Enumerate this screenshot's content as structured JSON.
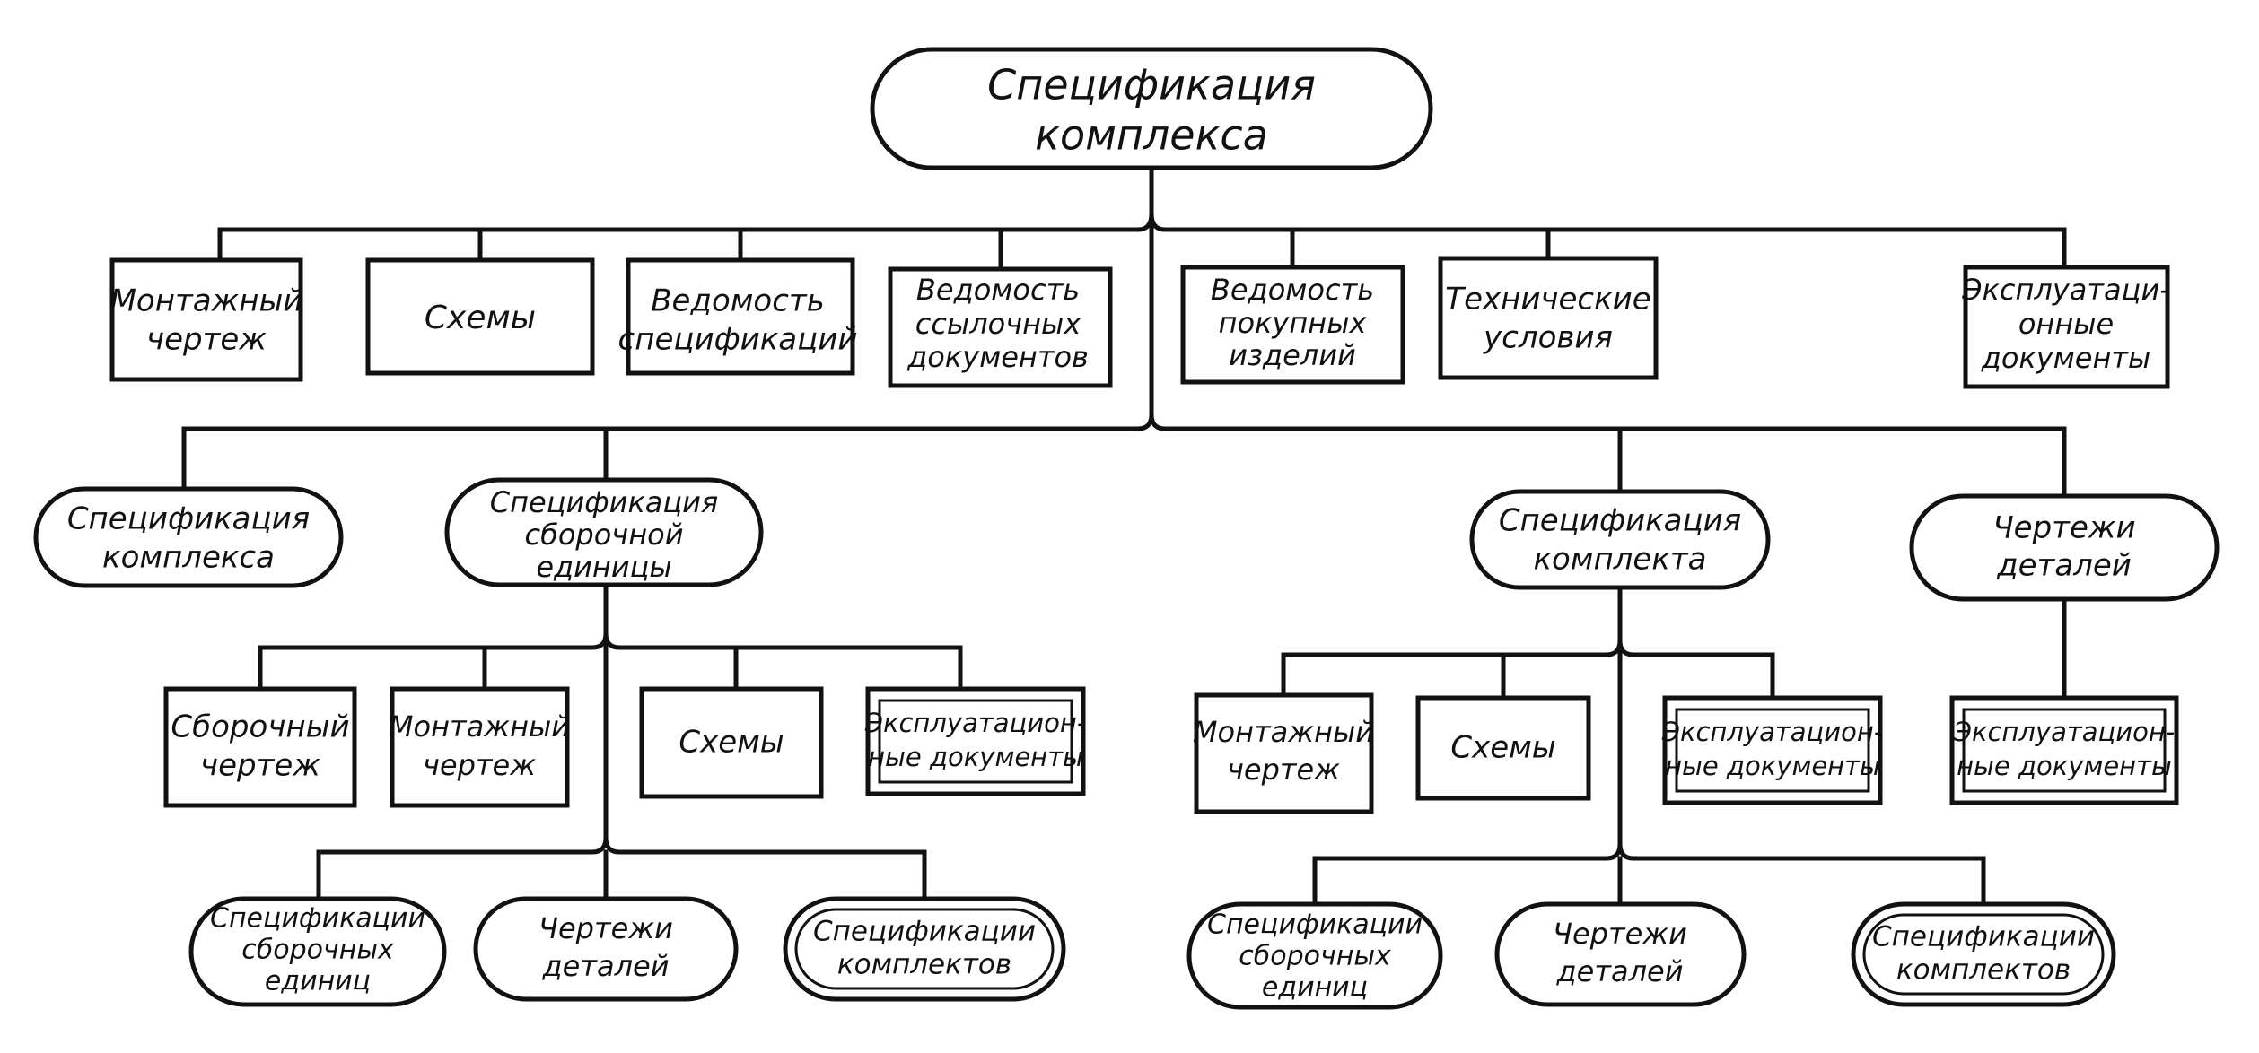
{
  "root": {
    "lines": [
      "Спецификация",
      "комплекса"
    ]
  },
  "documents": {
    "mounting_drawing": {
      "lines": [
        "Монтажный",
        "чертеж"
      ]
    },
    "schemes": {
      "lines": [
        "Схемы"
      ]
    },
    "spec_list": {
      "lines": [
        "Ведомость",
        "спецификаций"
      ]
    },
    "reference_docs_list": {
      "lines": [
        "Ведомость",
        "ссылочных",
        "документов"
      ]
    },
    "purchased_items_list": {
      "lines": [
        "Ведомость",
        "покупных",
        "изделий"
      ]
    },
    "tech_conditions": {
      "lines": [
        "Технические",
        "условия"
      ]
    },
    "operational_docs": {
      "lines": [
        "Эксплуатаци-",
        "онные",
        "документы"
      ]
    }
  },
  "complex_spec": {
    "lines": [
      "Спецификация",
      "комплекса"
    ]
  },
  "assembly": {
    "spec": {
      "lines": [
        "Спецификация",
        "сборочной",
        "единицы"
      ]
    },
    "assembly_drawing": {
      "lines": [
        "Сборочный",
        "чертеж"
      ]
    },
    "mounting_drawing": {
      "lines": [
        "Монтажный",
        "чертеж"
      ]
    },
    "schemes": {
      "lines": [
        "Схемы"
      ]
    },
    "operational_docs": {
      "lines": [
        "Эксплуатацион-",
        "ные документы"
      ]
    },
    "unit_specs": {
      "lines": [
        "Спецификации",
        "сборочных",
        "единиц"
      ]
    },
    "part_drawings": {
      "lines": [
        "Чертежи",
        "деталей"
      ]
    },
    "kit_specs": {
      "lines": [
        "Спецификации",
        "комплектов"
      ]
    }
  },
  "kit": {
    "spec": {
      "lines": [
        "Спецификация",
        "комплекта"
      ]
    },
    "mounting_drawing": {
      "lines": [
        "Монтажный",
        "чертеж"
      ]
    },
    "schemes": {
      "lines": [
        "Схемы"
      ]
    },
    "operational_docs": {
      "lines": [
        "Эксплуатацион-",
        "ные документы"
      ]
    },
    "unit_specs": {
      "lines": [
        "Спецификации",
        "сборочных",
        "единиц"
      ]
    },
    "part_drawings": {
      "lines": [
        "Чертежи",
        "деталей"
      ]
    },
    "kit_specs": {
      "lines": [
        "Спецификации",
        "комплектов"
      ]
    }
  },
  "parts": {
    "drawings": {
      "lines": [
        "Чертежи",
        "деталей"
      ]
    },
    "operational_docs": {
      "lines": [
        "Эксплуатацион-",
        "ные документы"
      ]
    }
  }
}
